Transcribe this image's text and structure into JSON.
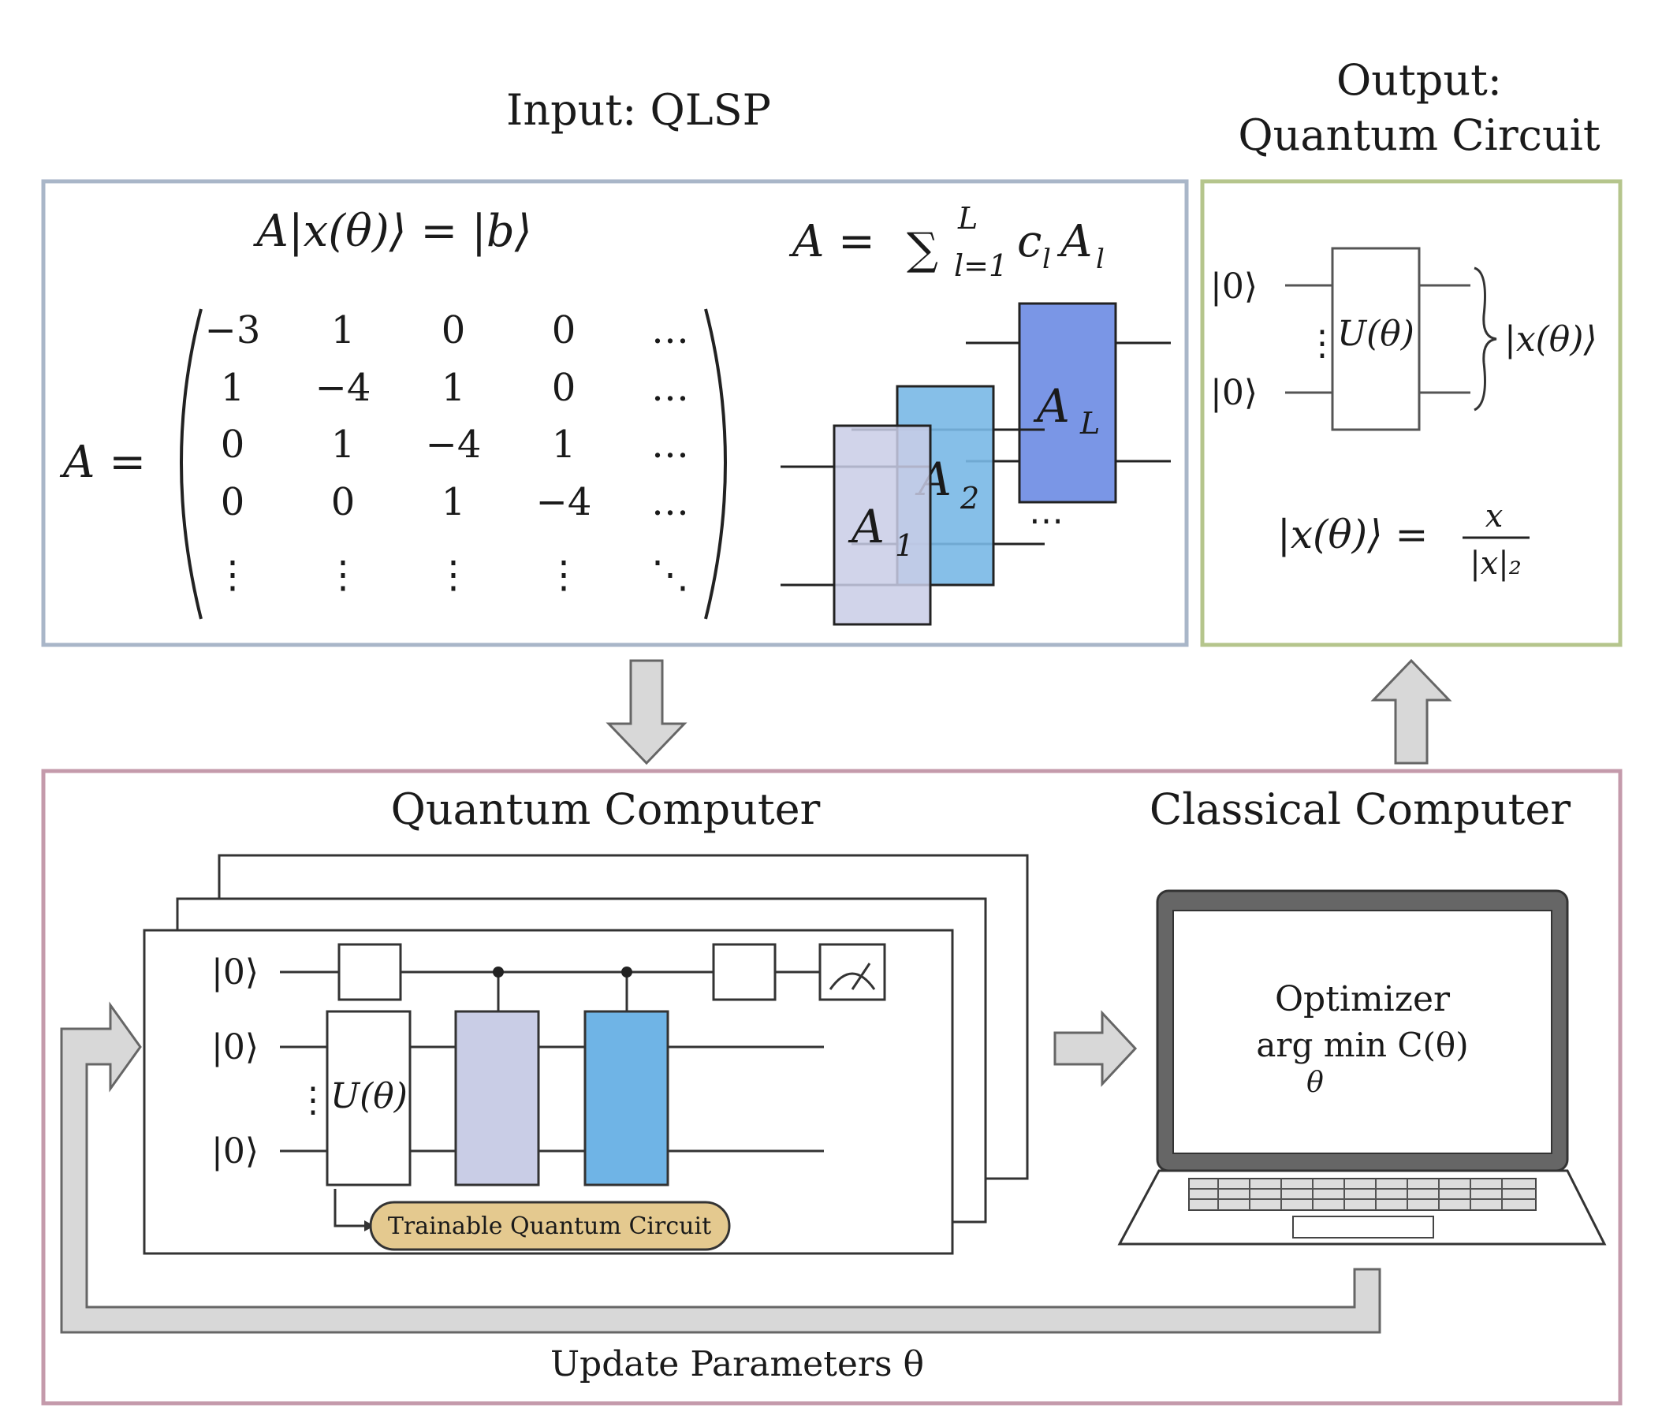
{
  "input": {
    "title": "Input: QLSP",
    "equation": "A|x(θ)⟩ = |b⟩",
    "decomposition": "A = ∑_{l=1}^{L} c_l A_l",
    "matrix_label": "A =",
    "matrix_rows": [
      [
        "−3",
        "1",
        "0",
        "0",
        "…"
      ],
      [
        "1",
        "−4",
        "1",
        "0",
        "…"
      ],
      [
        "0",
        "1",
        "−4",
        "1",
        "…"
      ],
      [
        "0",
        "0",
        "1",
        "−4",
        "…"
      ],
      [
        "⋮",
        "⋮",
        "⋮",
        "⋮",
        "⋱"
      ]
    ],
    "gates": [
      {
        "label": "A",
        "sub": "1",
        "color": "#c9cde6"
      },
      {
        "label": "A",
        "sub": "2",
        "color": "#79b8e6"
      },
      {
        "label": "A",
        "sub": "L",
        "color": "#7a96e6"
      }
    ],
    "gate_ellipsis": "⋯"
  },
  "output": {
    "title_line1": "Output:",
    "title_line2": "Quantum Circuit",
    "ket0_top": "|0⟩",
    "ket0_bottom": "|0⟩",
    "gate_label": "U(θ)",
    "state_label": "|x(θ)⟩",
    "formula_lhs": "|x(θ)⟩ =",
    "formula_num": "x",
    "formula_den": "|x|₂"
  },
  "quantum": {
    "title": "Quantum Computer",
    "kets": [
      "|0⟩",
      "|0⟩",
      "|0⟩"
    ],
    "gate_label": "U(θ)",
    "trainable_label": "Trainable Quantum Circuit",
    "gate_colors": [
      "#c9cde6",
      "#6fb4e6"
    ]
  },
  "classical": {
    "title": "Classical Computer",
    "optimizer": "Optimizer",
    "argmin": "arg min C(θ)",
    "argmin_sub": "θ"
  },
  "feedback": {
    "label": "Update Parameters θ"
  },
  "colors": {
    "input_border": "#a9b6c8",
    "output_border": "#b5c58c",
    "bottom_border": "#c49aab",
    "arrow_fill": "#d8d8d8",
    "trainable_fill": "#e4c98f"
  }
}
